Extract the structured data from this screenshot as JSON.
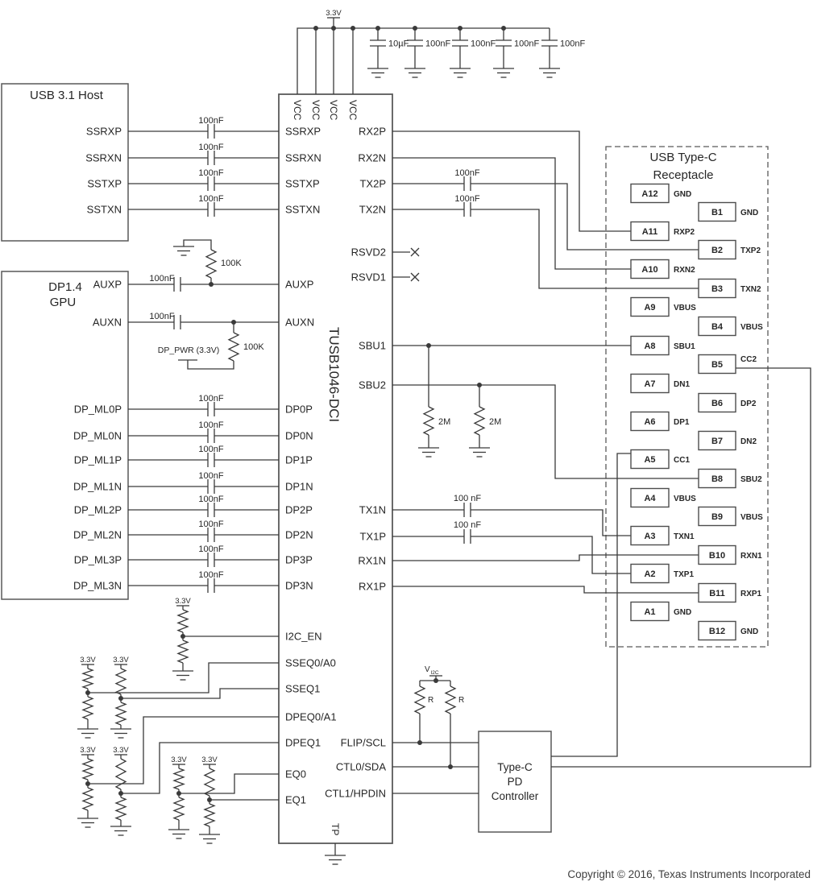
{
  "blocks": {
    "usb_host": {
      "title": "USB 3.1 Host",
      "pins": [
        "SSRXP",
        "SSRXN",
        "SSTXP",
        "SSTXN"
      ]
    },
    "gpu": {
      "title_lines": [
        "DP1.4",
        "GPU"
      ],
      "pins": [
        "AUXP",
        "AUXN",
        "DP_ML0P",
        "DP_ML0N",
        "DP_ML1P",
        "DP_ML1N",
        "DP_ML2P",
        "DP_ML2N",
        "DP_ML3P",
        "DP_ML3N"
      ]
    },
    "ic": {
      "part_number": "TUSB1046-DCI",
      "top_pins": [
        "VCC",
        "VCC",
        "VCC",
        "VCC"
      ],
      "bottom_pins": [
        "TP"
      ],
      "left_pins": [
        "SSRXP",
        "SSRXN",
        "SSTXP",
        "SSTXN",
        "AUXP",
        "AUXN",
        "DP0P",
        "DP0N",
        "DP1P",
        "DP1N",
        "DP2P",
        "DP2N",
        "DP3P",
        "DP3N",
        "I2C_EN",
        "SSEQ0/A0",
        "SSEQ1",
        "DPEQ0/A1",
        "DPEQ1",
        "EQ0",
        "EQ1"
      ],
      "right_pins": [
        "RX2P",
        "RX2N",
        "TX2P",
        "TX2N",
        "RSVD2",
        "RSVD1",
        "SBU1",
        "SBU2",
        "TX1N",
        "TX1P",
        "RX1N",
        "RX1P",
        "FLIP/SCL",
        "CTL0/SDA",
        "CTL1/HPDIN"
      ]
    },
    "receptacle": {
      "title_lines": [
        "USB Type-C",
        "Receptacle"
      ],
      "row_a": [
        {
          "pin": "A12",
          "signal": "GND"
        },
        {
          "pin": "A11",
          "signal": "RXP2"
        },
        {
          "pin": "A10",
          "signal": "RXN2"
        },
        {
          "pin": "A9",
          "signal": "VBUS"
        },
        {
          "pin": "A8",
          "signal": "SBU1"
        },
        {
          "pin": "A7",
          "signal": "DN1"
        },
        {
          "pin": "A6",
          "signal": "DP1"
        },
        {
          "pin": "A5",
          "signal": "CC1"
        },
        {
          "pin": "A4",
          "signal": "VBUS"
        },
        {
          "pin": "A3",
          "signal": "TXN1"
        },
        {
          "pin": "A2",
          "signal": "TXP1"
        },
        {
          "pin": "A1",
          "signal": "GND"
        }
      ],
      "row_b": [
        {
          "pin": "B1",
          "signal": "GND"
        },
        {
          "pin": "B2",
          "signal": "TXP2"
        },
        {
          "pin": "B3",
          "signal": "TXN2"
        },
        {
          "pin": "B4",
          "signal": "VBUS"
        },
        {
          "pin": "B5",
          "signal": "CC2"
        },
        {
          "pin": "B6",
          "signal": "DP2"
        },
        {
          "pin": "B7",
          "signal": "DN2"
        },
        {
          "pin": "B8",
          "signal": "SBU2"
        },
        {
          "pin": "B9",
          "signal": "VBUS"
        },
        {
          "pin": "B10",
          "signal": "RXN1"
        },
        {
          "pin": "B11",
          "signal": "RXP1"
        },
        {
          "pin": "B12",
          "signal": "GND"
        }
      ]
    },
    "pd_controller": {
      "title_lines": [
        "Type-C",
        "PD",
        "Controller"
      ]
    }
  },
  "power": {
    "rail_voltage": "3.3V",
    "bypass_caps": [
      "10µF",
      "100nF",
      "100nF",
      "100nF",
      "100nF"
    ],
    "dp_pwr_label": "DP_PWR (3.3V)",
    "vi2c_main": "V",
    "vi2c_sub": "I2C",
    "pullup_voltage": "3.3V"
  },
  "components": {
    "series_cap": "100nF",
    "series_cap_spaced": "100 nF",
    "aux_resistor": "100K",
    "sbu_resistor": "2M",
    "i2c_pullup_resistor": "R"
  },
  "footer": {
    "copyright": "Copyright © 2016, Texas Instruments Incorporated"
  }
}
